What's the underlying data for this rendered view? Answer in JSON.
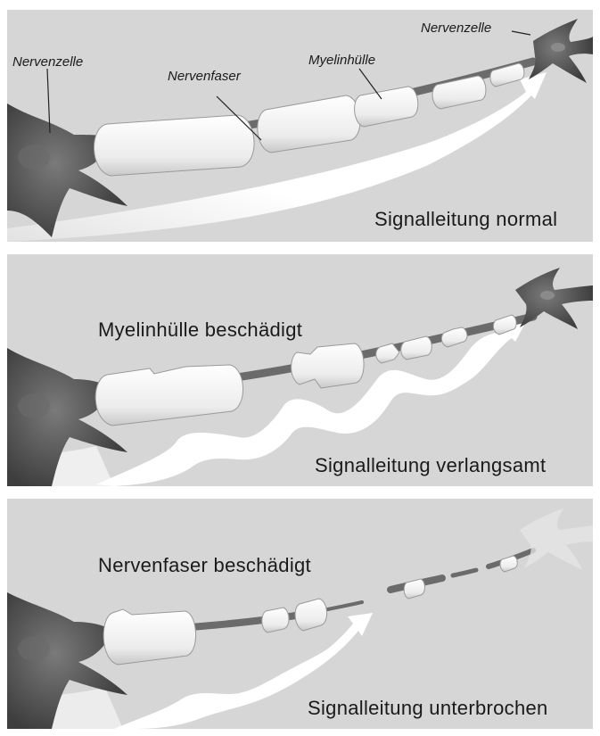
{
  "panels": [
    {
      "labels": {
        "left_cell": "Nervenzelle",
        "fiber": "Nervenfaser",
        "myelin": "Myelinhülle",
        "right_cell": "Nervenzelle"
      },
      "caption": "Signalleitung normal"
    },
    {
      "heading": "Myelinhülle beschädigt",
      "caption": "Signalleitung verlangsamt"
    },
    {
      "heading": "Nervenfaser beschädigt",
      "caption": "Signalleitung unterbrochen"
    }
  ],
  "colors": {
    "background": "#d6d6d6",
    "neuron": "#5a5a5a",
    "myelin": "#f2f2f2",
    "fiber": "#6b6b6b",
    "signal": "#ffffff"
  }
}
